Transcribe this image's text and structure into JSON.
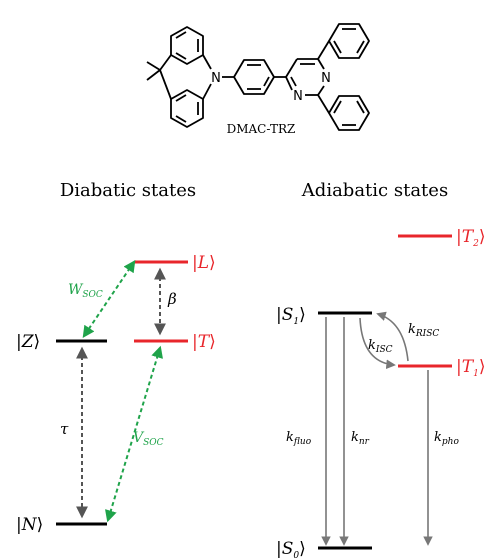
{
  "molecule": {
    "name": "DMAC-TRZ",
    "atoms": {
      "n_acridan": "N",
      "n_triazine_1": "N",
      "n_triazine_2": "N",
      "n_triazine_3": "N"
    }
  },
  "diabatic": {
    "heading": "Diabatic states",
    "states": {
      "L": {
        "open": "|",
        "sym": "L",
        "close": "⟩"
      },
      "Z": {
        "open": "|",
        "sym": "Z",
        "close": "⟩"
      },
      "T": {
        "open": "|",
        "sym": "T",
        "close": "⟩"
      },
      "N": {
        "open": "|",
        "sym": "N",
        "close": "⟩"
      }
    },
    "couplings": {
      "w_soc": {
        "base": "W",
        "sub": "SOC"
      },
      "v_soc": {
        "base": "V",
        "sub": "SOC"
      },
      "beta": "β",
      "tau": "τ"
    }
  },
  "adiabatic": {
    "heading": "Adiabatic states",
    "states": {
      "T2": {
        "open": "|",
        "sym": "T",
        "sub": "2",
        "close": "⟩"
      },
      "S1": {
        "open": "|",
        "sym": "S",
        "sub": "1",
        "close": "⟩"
      },
      "T1": {
        "open": "|",
        "sym": "T",
        "sub": "1",
        "close": "⟩"
      },
      "S0": {
        "open": "|",
        "sym": "S",
        "sub": "0",
        "close": "⟩"
      }
    },
    "rates": {
      "risc": {
        "base": "k",
        "sub": "RISC"
      },
      "isc": {
        "base": "k",
        "sub": "ISC"
      },
      "fluo": {
        "base": "k",
        "sub": "fluo"
      },
      "nr": {
        "base": "k",
        "sub": "nr"
      },
      "pho": {
        "base": "k",
        "sub": "pho"
      }
    }
  },
  "colors": {
    "singlet_level": "#000000",
    "triplet_level": "#e8262b",
    "soc_arrow": "#1fa34a",
    "vibronic_arrow": "#555555",
    "rate_arrow": "#777777"
  }
}
